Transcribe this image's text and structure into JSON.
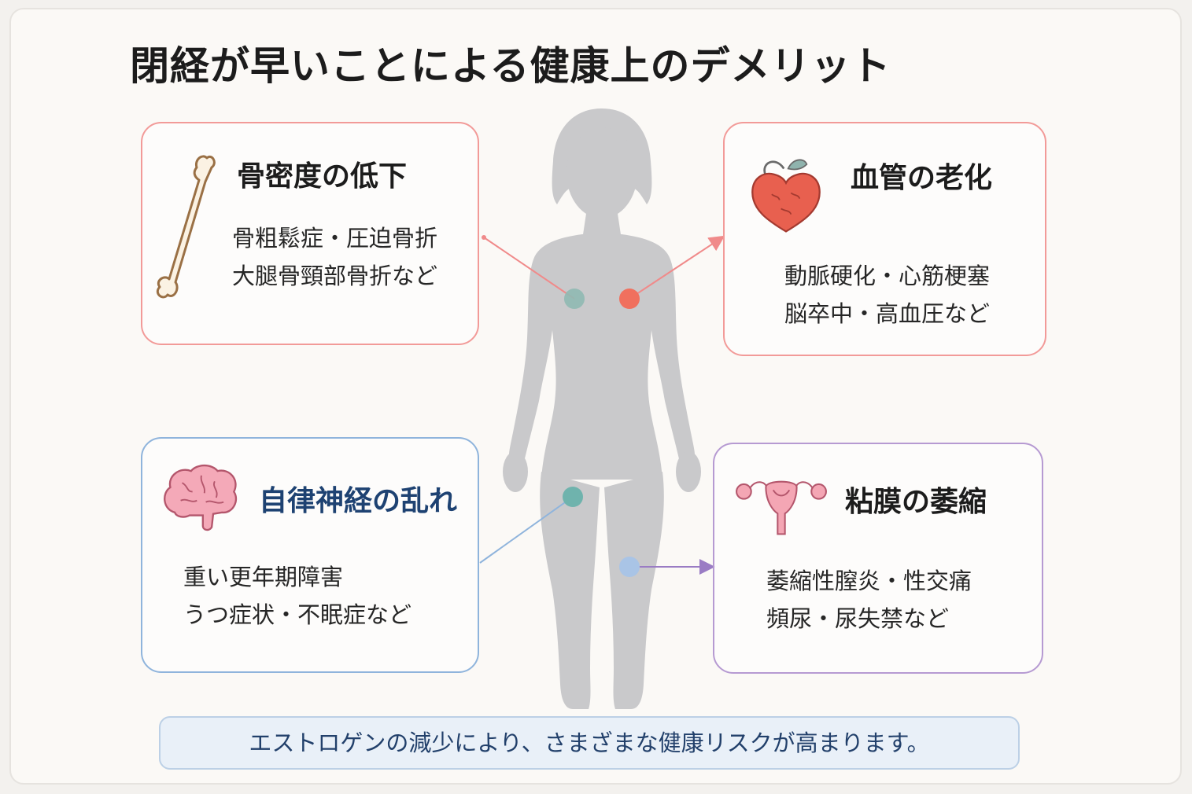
{
  "title": "閉経が早いことによる健康上のデメリット",
  "colors": {
    "bone": "#f08a8a",
    "vessel": "#f08a8a",
    "nerve": "#8fb4dc",
    "mucosa": "#b69ad2",
    "title_nerve": "#1e4272",
    "silhouette": "#c9c9cb",
    "dot_teal": "#6fb3ad",
    "dot_red": "#f0705e",
    "dot_blue": "#a9c4e6"
  },
  "cards": {
    "bone": {
      "title": "骨密度の低下",
      "icon": "bone-icon",
      "lines": [
        "骨粗鬆症・圧迫骨折",
        "大腿骨頸部骨折など"
      ]
    },
    "vessel": {
      "title": "血管の老化",
      "icon": "heart-icon",
      "lines": [
        "動脈硬化・心筋梗塞",
        "脳卒中・高血圧など"
      ]
    },
    "nerve": {
      "title": "自律神経の乱れ",
      "icon": "brain-icon",
      "lines": [
        "重い更年期障害",
        "うつ症状・不眠症など"
      ]
    },
    "mucosa": {
      "title": "粘膜の萎縮",
      "icon": "uterus-icon",
      "lines": [
        "萎縮性膣炎・性交痛",
        "頻尿・尿失禁など"
      ]
    }
  },
  "footer": "エストロゲンの減少により、さまざまな健康リスクが高まります。"
}
